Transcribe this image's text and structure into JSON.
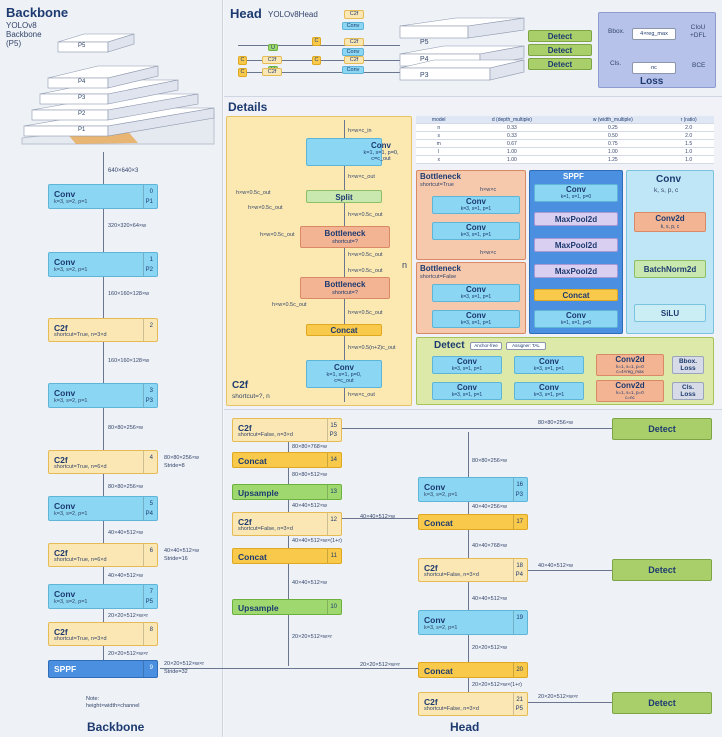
{
  "backbone": {
    "title": "Backbone",
    "subtitle": "YOLOv8\nBackbone\n(P5)",
    "pyramid": [
      "P5",
      "P4",
      "P3",
      "P2",
      "P1"
    ],
    "input": "640×640×3",
    "footer": "Backbone",
    "note": "Note:\nheight×width×channel",
    "blocks": [
      {
        "name": "Conv",
        "params": "k=3, s=2, p=1",
        "idx": "0",
        "sub": "P1",
        "type": "conv",
        "out": "320×320×64×w"
      },
      {
        "name": "Conv",
        "params": "k=3, s=2, p=1",
        "idx": "1",
        "sub": "P2",
        "type": "conv",
        "out": "160×160×128×w"
      },
      {
        "name": "C2f",
        "params": "shortcut=True, n=3×d",
        "idx": "2",
        "sub": "",
        "type": "c2f",
        "out": "160×160×128×w"
      },
      {
        "name": "Conv",
        "params": "k=3, s=2, p=1",
        "idx": "3",
        "sub": "P3",
        "type": "conv",
        "out": "80×80×256×w"
      },
      {
        "name": "C2f",
        "params": "shortcut=True, n=6×d",
        "idx": "4",
        "sub": "",
        "type": "c2f",
        "out": "80×80×256×w"
      },
      {
        "name": "Conv",
        "params": "k=3, s=2, p=1",
        "idx": "5",
        "sub": "P4",
        "type": "conv",
        "out": "40×40×512×w"
      },
      {
        "name": "C2f",
        "params": "shortcut=True, n=6×d",
        "idx": "6",
        "sub": "",
        "type": "c2f",
        "out": "40×40×512×w"
      },
      {
        "name": "Conv",
        "params": "k=3, s=2, p=1",
        "idx": "7",
        "sub": "P5",
        "type": "conv",
        "out": "20×20×512×w×r"
      },
      {
        "name": "C2f",
        "params": "shortcut=True, n=3×d",
        "idx": "8",
        "sub": "",
        "type": "c2f",
        "out": "20×20×512×w×r"
      },
      {
        "name": "SPPF",
        "params": "",
        "idx": "9",
        "sub": "",
        "type": "sppf",
        "out": ""
      }
    ],
    "side_outputs": [
      {
        "text": "80×80×256×w\nStride=8"
      },
      {
        "text": "40×40×512×w\nStride=16"
      },
      {
        "text": "20×20×512×w×r\nStride=32"
      }
    ]
  },
  "head_top": {
    "title": "Head",
    "subtitle": "YOLOv8Head",
    "mini_labels": {
      "c2f": "C2f",
      "conv": "Conv",
      "u": "U",
      "c": "C"
    },
    "levels": [
      "P5",
      "P4",
      "P3"
    ],
    "detect_label": "Detect",
    "loss": {
      "bbox": "Bbox.",
      "cls": "Cls.",
      "reg": "4×reg_max",
      "nc": "nc",
      "ciou": "CIoU\n+DFL",
      "bce": "BCE",
      "title": "Loss"
    }
  },
  "details": {
    "title": "Details",
    "c2f": {
      "title": "C2f",
      "sub": "shortcut=?, n",
      "conv1": {
        "name": "Conv",
        "params": "k=1, s=1, p=0,\nc=c_out"
      },
      "split": "Split",
      "bottleneck": {
        "name": "Bottleneck",
        "params": "shortcut=?"
      },
      "concat": "Concat",
      "conv2": {
        "name": "Conv",
        "params": "k=1, s=1, p=0,\nc=c_out"
      },
      "n": "n",
      "labels": [
        "h×w×c_in",
        "h×w×c_out",
        "h×w×0.5c_out",
        "h×w×0.5c_out",
        "h×w×0.5c_out",
        "h×w×0.5c_out",
        "h×w×0.5c_out",
        "h×w×0.5(n+2)c_out",
        "h×w×c_out",
        "h×w×0.5c_out",
        "h×w×0.5c_out",
        "h×w×0.5c_out"
      ]
    },
    "table": {
      "headers": [
        "model",
        "d (depth_multiple)",
        "w (width_multiple)",
        "r (ratio)"
      ],
      "rows": [
        [
          "n",
          "0.33",
          "0.25",
          "2.0"
        ],
        [
          "s",
          "0.33",
          "0.50",
          "2.0"
        ],
        [
          "m",
          "0.67",
          "0.75",
          "1.5"
        ],
        [
          "l",
          "1.00",
          "1.00",
          "1.0"
        ],
        [
          "x",
          "1.00",
          "1.25",
          "1.0"
        ]
      ]
    },
    "bneck_true": {
      "title": "Bottleneck",
      "sub": "shortcut=True",
      "conv": "Conv",
      "p1": "k=3, s=1, p=1",
      "p2": "k=3, s=1, p=1",
      "hwc": "h×w×c"
    },
    "bneck_false": {
      "title": "Bottleneck",
      "sub": "shortcut=False",
      "conv": "Conv",
      "p1": "k=3, s=1, p=1",
      "p2": "k=3, s=1, p=1",
      "hwc": "h×w×c"
    },
    "sppf": {
      "title": "SPPF",
      "conv1": "Conv",
      "p1": "k=1, s=1, p=0",
      "mp": "MaxPool2d",
      "concat": "Concat",
      "conv2": "Conv",
      "p2": "k=1, s=1, p=0"
    },
    "convd": {
      "title": "Conv",
      "sub": "k, s, p, c",
      "conv2d": "Conv2d",
      "conv2d_p": "k, s, p, c",
      "bn": "BatchNorm2d",
      "silu": "SiLU"
    },
    "detect": {
      "title": "Detect",
      "tags": [
        "Anchor-free",
        "Assigner: TAL"
      ],
      "conv": "Conv",
      "cp": "k=3, s=1, p=1",
      "conv2d": "Conv2d",
      "c2p": "k=1, s=1, p=0\nc=4×reg_max",
      "c2p2": "k=1, s=1, p=0\nc=nc",
      "bbox": "Bbox.\nLoss",
      "cls": "Cls.\nLoss"
    }
  },
  "head": {
    "footer": "Head",
    "blocks": [
      {
        "name": "C2f",
        "params": "shortcut=False, n=3×d",
        "idx": "15",
        "sub": "P3",
        "type": "c2f"
      },
      {
        "name": "Concat",
        "params": "",
        "idx": "14",
        "sub": "",
        "type": "concat"
      },
      {
        "name": "Upsample",
        "params": "",
        "idx": "13",
        "sub": "",
        "type": "ups"
      },
      {
        "name": "C2f",
        "params": "shortcut=False, n=3×d",
        "idx": "12",
        "sub": "",
        "type": "c2f"
      },
      {
        "name": "Concat",
        "params": "",
        "idx": "11",
        "sub": "",
        "type": "concat"
      },
      {
        "name": "Upsample",
        "params": "",
        "idx": "10",
        "sub": "",
        "type": "ups"
      },
      {
        "name": "Conv",
        "params": "k=3, s=2, p=1",
        "idx": "16",
        "sub": "P3",
        "type": "conv"
      },
      {
        "name": "Concat",
        "params": "",
        "idx": "17",
        "sub": "",
        "type": "concat"
      },
      {
        "name": "C2f",
        "params": "shortcut=False, n=3×d",
        "idx": "18",
        "sub": "P4",
        "type": "c2f"
      },
      {
        "name": "Conv",
        "params": "k=3, s=2, p=1",
        "idx": "19",
        "sub": "",
        "type": "conv"
      },
      {
        "name": "Concat",
        "params": "",
        "idx": "20",
        "sub": "",
        "type": "concat"
      },
      {
        "name": "C2f",
        "params": "shortcut=False, n=3×d",
        "idx": "21",
        "sub": "P5",
        "type": "c2f"
      }
    ],
    "labels": [
      "80×80×768×w",
      "80×80×512×w",
      "40×40×512×w",
      "40×40×512×w×(1+r)",
      "40×40×512×w",
      "20×20×512×w×r",
      "80×80×256×w",
      "40×40×256×w",
      "40×40×768×w",
      "40×40×512×w",
      "20×20×512×w",
      "20×20×512×w×(1+r)",
      "80×80×256×w",
      "40×40×512×w",
      "20×20×512×w×r",
      "20×20×512×w×r",
      "40×40×512×w"
    ],
    "detect": "Detect"
  }
}
